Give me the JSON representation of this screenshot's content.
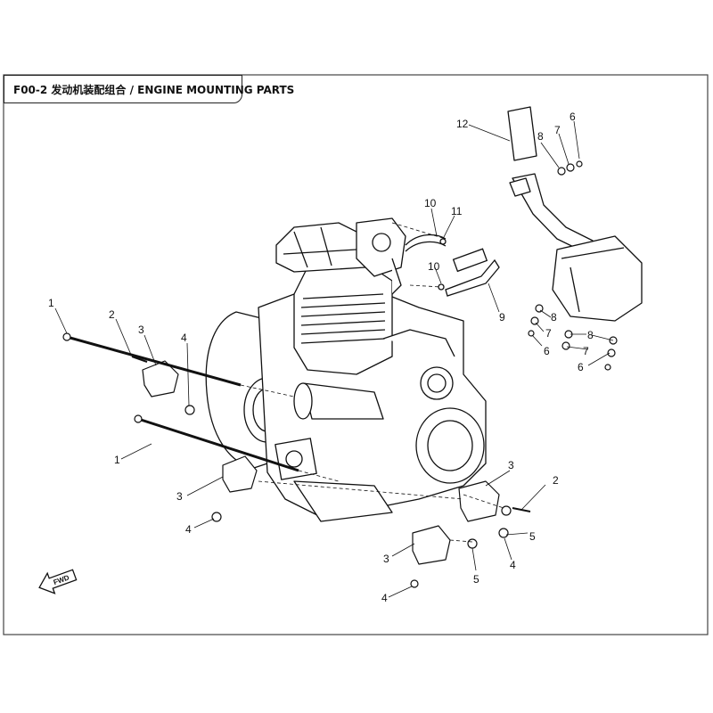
{
  "header": {
    "title": "F00-2 发动机装配组合 / ENGINE MOUNTING PARTS"
  },
  "callouts": [
    {
      "id": "c-1a",
      "text": "1"
    },
    {
      "id": "c-2a",
      "text": "2"
    },
    {
      "id": "c-3a",
      "text": "3"
    },
    {
      "id": "c-4a",
      "text": "4"
    },
    {
      "id": "c-1b",
      "text": "1"
    },
    {
      "id": "c-3b",
      "text": "3"
    },
    {
      "id": "c-4b",
      "text": "4"
    },
    {
      "id": "c-3c",
      "text": "3"
    },
    {
      "id": "c-2b",
      "text": "2"
    },
    {
      "id": "c-5a",
      "text": "5"
    },
    {
      "id": "c-4c",
      "text": "4"
    },
    {
      "id": "c-3d",
      "text": "3"
    },
    {
      "id": "c-4d",
      "text": "4"
    },
    {
      "id": "c-5b",
      "text": "5"
    },
    {
      "id": "c-12",
      "text": "12"
    },
    {
      "id": "c-8a",
      "text": "8"
    },
    {
      "id": "c-7a",
      "text": "7"
    },
    {
      "id": "c-6a",
      "text": "6"
    },
    {
      "id": "c-10a",
      "text": "10"
    },
    {
      "id": "c-11",
      "text": "11"
    },
    {
      "id": "c-10b",
      "text": "10"
    },
    {
      "id": "c-9",
      "text": "9"
    },
    {
      "id": "c-8b",
      "text": "8"
    },
    {
      "id": "c-7b",
      "text": "7"
    },
    {
      "id": "c-6b",
      "text": "6"
    },
    {
      "id": "c-8c",
      "text": "8"
    },
    {
      "id": "c-7c",
      "text": "7"
    },
    {
      "id": "c-6c",
      "text": "6"
    }
  ],
  "direction_marker": {
    "label": "FWD",
    "icon": "forward-arrow-icon"
  },
  "colors": {
    "line": "#111111",
    "border": "#444444",
    "background": "#ffffff"
  }
}
